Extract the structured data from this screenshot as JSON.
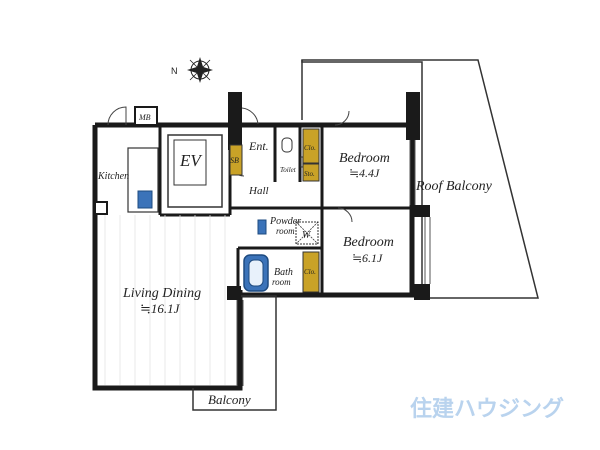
{
  "compass": {
    "north_label": "N",
    "icon": "compass-rose-icon"
  },
  "rooms": {
    "kitchen": "Kitchen",
    "ev": "EV",
    "mb": "MB",
    "sb": "SB",
    "entrance": "Ent.",
    "toilet": "Toilet",
    "hall": "Hall",
    "closet1": "Clo.",
    "storage": "Sto.",
    "closet2": "Clo.",
    "bedroom1_name": "Bedroom",
    "bedroom1_size": "≒4.4J",
    "bedroom2_name": "Bedroom",
    "bedroom2_size": "≒6.1J",
    "powder_room_line1": "Powder",
    "powder_room_line2": "room",
    "washer": "W",
    "bath_room_line1": "Bath",
    "bath_room_line2": "room",
    "living_dining_name": "Living Dining",
    "living_dining_size": "≒16.1J",
    "balcony": "Balcony",
    "roof_balcony": "Roof Balcony"
  },
  "watermark": "住建ハウジング",
  "colors": {
    "wall": "#1a1a1a",
    "closet_fill": "#c9a227",
    "appliance_blue": "#3b73b9",
    "watermark": "#b9d3ee"
  }
}
